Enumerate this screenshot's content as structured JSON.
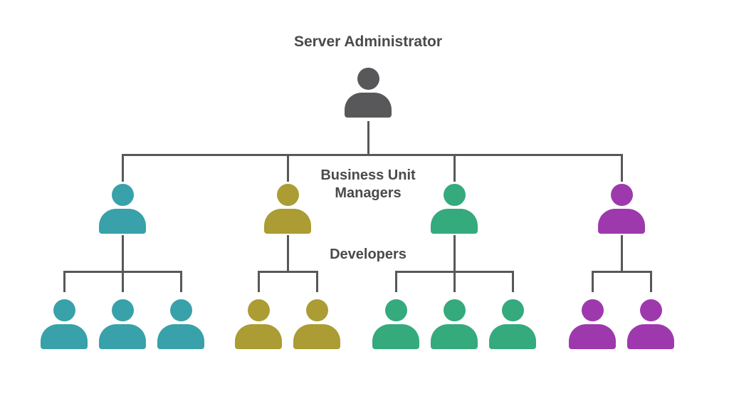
{
  "page": {
    "background": "#ffffff"
  },
  "styles": {
    "line_color": "#58585a",
    "text_color": "#4a4a4c"
  },
  "diagram": {
    "type": "org-chart",
    "root": {
      "label": "Server Administrator",
      "role": "root",
      "icon": "person-icon",
      "color": "#58585a"
    },
    "labels": {
      "managers": "Business Unit Managers",
      "developers": "Developers"
    },
    "groups": [
      {
        "name": "teal",
        "color": "#38a1aa",
        "managers": 1,
        "developers": 3
      },
      {
        "name": "gold",
        "color": "#ab9c33",
        "managers": 1,
        "developers": 2
      },
      {
        "name": "green",
        "color": "#34aa7d",
        "managers": 1,
        "developers": 3
      },
      {
        "name": "purple",
        "color": "#9e39ad",
        "managers": 1,
        "developers": 2
      }
    ]
  }
}
